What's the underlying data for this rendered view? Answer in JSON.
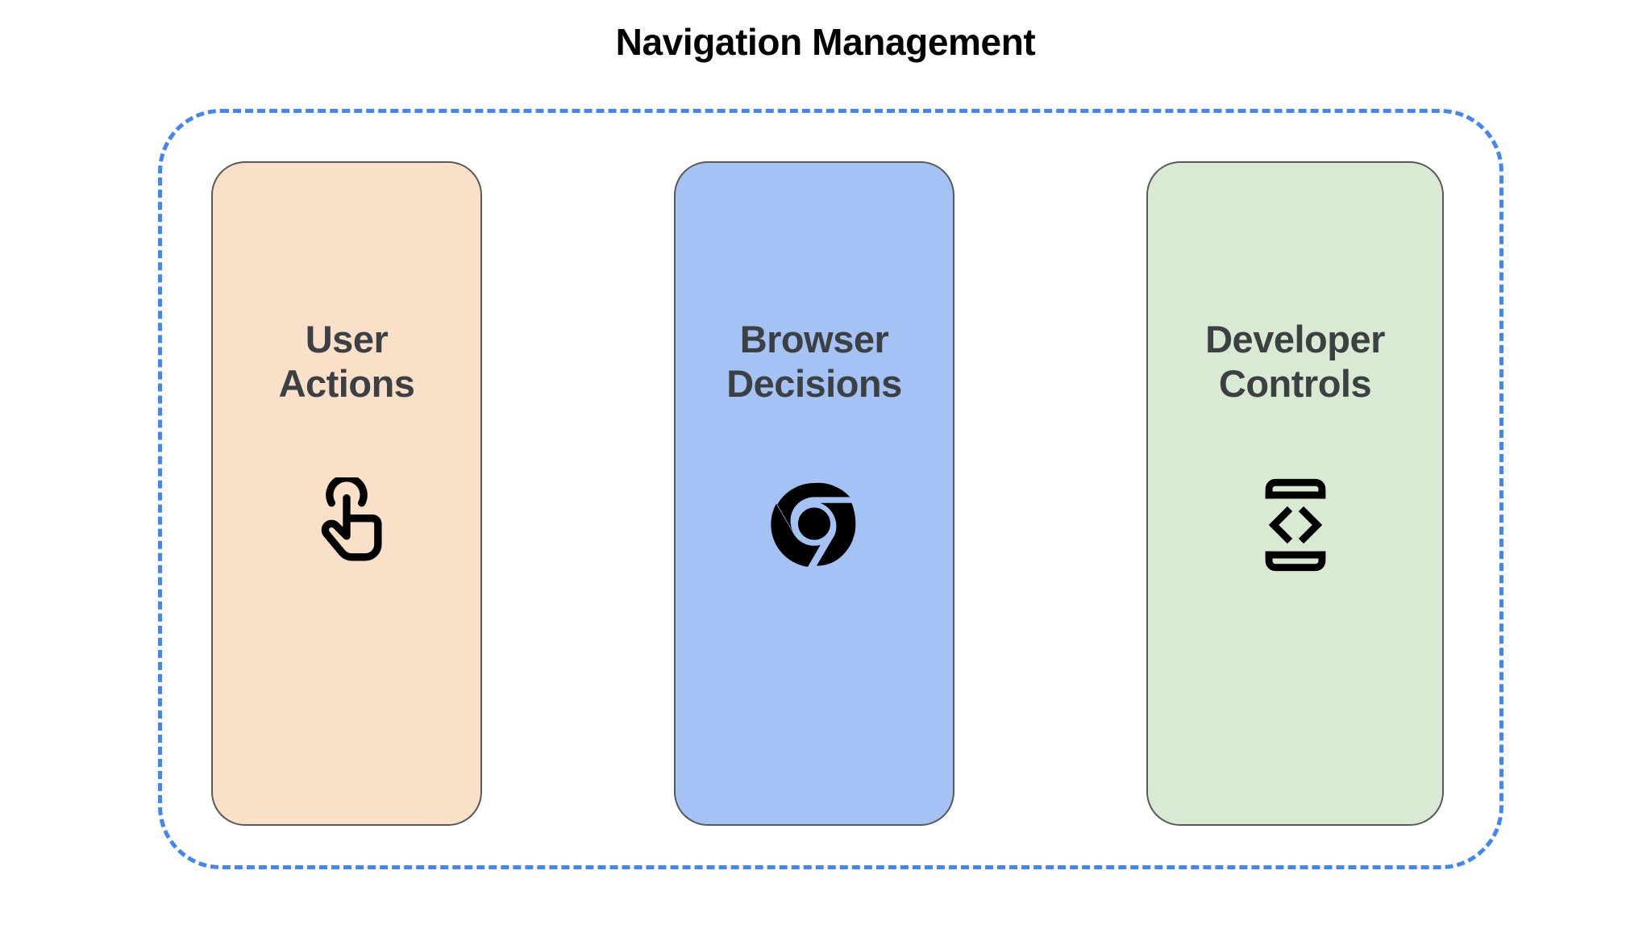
{
  "page": {
    "title": "Navigation Management",
    "background_color": "#ffffff",
    "title_color": "#000000"
  },
  "group_frame": {
    "border_style": "dashed",
    "border_color": "#4285f4"
  },
  "cards": [
    {
      "id": "user-actions",
      "label_line1": "User",
      "label_line2": "Actions",
      "fill_color": "#fae0c8",
      "border_color": "#595959",
      "text_color": "#3c4043",
      "icon": "touch-app-icon",
      "icon_color": "#000000"
    },
    {
      "id": "browser-decisions",
      "label_line1": "Browser",
      "label_line2": "Decisions",
      "fill_color": "#a4c2f4",
      "border_color": "#595959",
      "text_color": "#3c4043",
      "icon": "chrome-logo-icon",
      "icon_color": "#000000"
    },
    {
      "id": "developer-controls",
      "label_line1": "Developer",
      "label_line2": "Controls",
      "fill_color": "#d9ead3",
      "border_color": "#595959",
      "text_color": "#3c4043",
      "icon": "developer-mode-code-icon",
      "icon_color": "#000000"
    }
  ]
}
